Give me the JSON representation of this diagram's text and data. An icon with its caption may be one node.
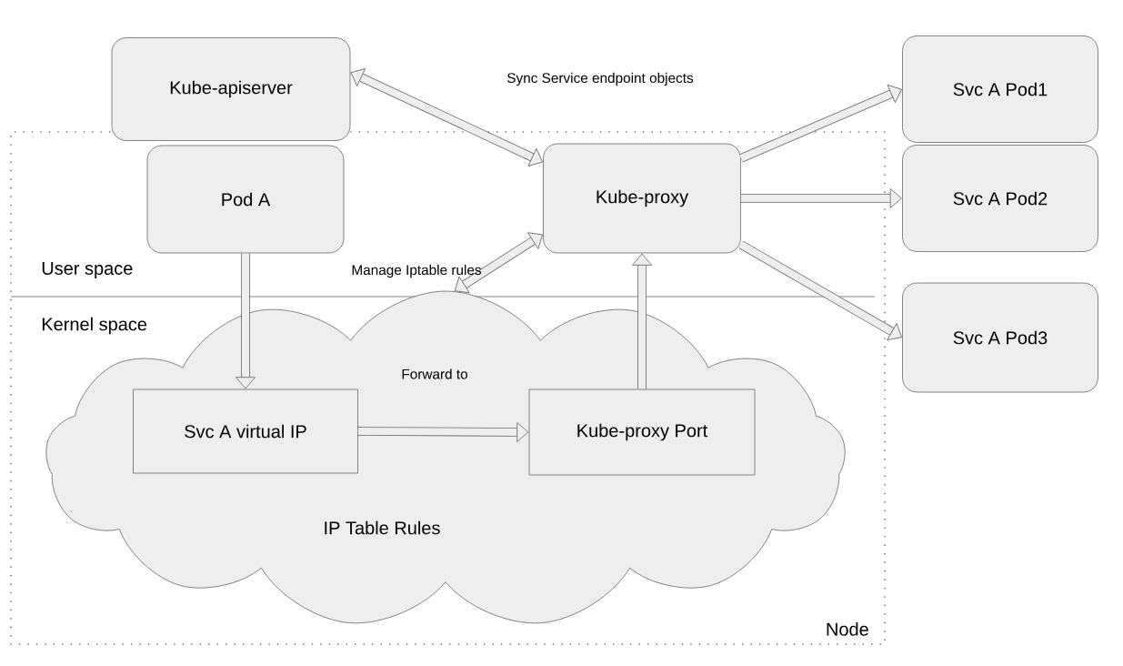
{
  "diagram": {
    "nodes": [
      {
        "text": [
          "Node"
        ]
      },
      {
        "text": [
          "Kube-apiserver"
        ]
      },
      {
        "text": [
          "Pod A"
        ],
        "in": 0
      },
      {
        "text": [
          "Kube-proxy"
        ],
        "in": 0
      },
      {
        "text": [
          "Svc A Pod1"
        ]
      },
      {
        "text": [
          "Svc A Pod2"
        ]
      },
      {
        "text": [
          "Svc A Pod3"
        ]
      },
      {
        "text": [
          "IP Table Rules"
        ],
        "in": 0
      },
      {
        "text": [
          "Svc A virtual IP"
        ],
        "in": 7
      },
      {
        "text": [
          "Kube-proxy Port"
        ],
        "in": 7
      }
    ],
    "edges": [
      {
        "from": 1,
        "to": 3,
        "arrow": "both",
        "label": "Sync Service endpoint objects"
      },
      {
        "from": 3,
        "to": 4,
        "arrow": "to"
      },
      {
        "from": 3,
        "to": 5,
        "arrow": "to"
      },
      {
        "from": 3,
        "to": 6,
        "arrow": "to"
      },
      {
        "from": 3,
        "to": 7,
        "arrow": "both",
        "label": "Manage Iptable rules"
      },
      {
        "from": 2,
        "to": 8,
        "arrow": "to"
      },
      {
        "from": 8,
        "to": 9,
        "arrow": "to",
        "label": "Forward to"
      },
      {
        "from": 9,
        "to": 3,
        "arrow": "to"
      }
    ],
    "labels": [
      "User space",
      "Kernel space"
    ]
  }
}
